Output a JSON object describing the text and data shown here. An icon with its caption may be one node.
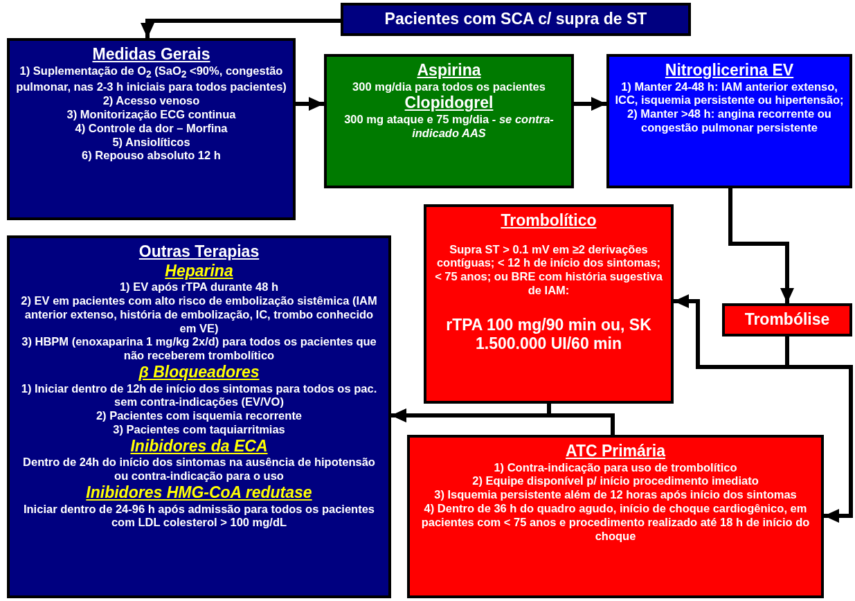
{
  "diagram": {
    "nodes": [
      {
        "text": [
          "Pacientes com SCA c/ supra de ST"
        ]
      },
      {
        "text": [
          "Medidas Gerais",
          "1) Suplementação de O$_{2}$ (SaO$_{2}$ <90%, congestão pulmonar, nas 2-3 h iniciais para todos pacientes)",
          "2) Acesso venoso",
          "3) Monitorização ECG continua",
          "4) Controle da dor – Morfina",
          "5) Ansiolíticos",
          "6) Repouso absoluto 12 h"
        ]
      },
      {
        "text": [
          "Aspirina",
          "300 mg/dia para todos os pacientes",
          "Clopidogrel",
          "300 mg ataque e 75 mg/dia *- se contra-indicado AAS*"
        ]
      },
      {
        "text": [
          "Nitroglicerina EV",
          "1) Manter 24-48 h: IAM anterior extenso, ICC, isquemia persistente ou hipertensão;",
          "2) Manter >48 h: angina recorrente ou congestão pulmonar persistente"
        ]
      },
      {
        "text": [
          "Trombolítico",
          "Supra ST > 0.1 mV em ≥2 derivações contíguas; < 12 h de início dos sintomas; < 75 anos; ou BRE com história sugestiva de IAM:",
          "rTPA 100 mg/90 min ou, SK 1.500.000 UI/60 min"
        ]
      },
      {
        "text": [
          "Trombólise"
        ]
      },
      {
        "text": [
          "Outras Terapias",
          "Heparina",
          "1) EV após rTPA durante 48 h",
          "2) EV em pacientes com alto risco de embolização sistêmica (IAM anterior extenso, história de embolização, IC, trombo conhecido em VE)",
          "3) HBPM (enoxaparina 1 mg/kg 2x/d) para todos os pacientes que não receberem trombolítico",
          "β Bloqueadores",
          "1) Iniciar dentro de 12h de início dos sintomas para todos os pac. sem contra-indicações (EV/VO)",
          "2) Pacientes com isquemia recorrente",
          "3) Pacientes com taquiarritmias",
          "Inibidores da ECA",
          "Dentro de 24h do início dos sintomas na ausência de hipotensão ou contra-indicação para o uso",
          "Inibidores HMG-CoA redutase",
          "Iniciar dentro de 24-96 h após admissão para todos os pacientes com LDL colesterol > 100 mg/dL"
        ]
      },
      {
        "text": [
          "ATC Primária",
          "1) Contra-indicação para uso de trombolítico",
          "2) Equipe disponível p/ início procedimento imediato",
          "3) Isquemia persistente além de 12 horas após início dos sintomas",
          "4) Dentro de 36 h do quadro agudo,  início de choque cardiogênico, em pacientes com < 75 anos e procedimento realizado até 18 h de início do choque"
        ]
      }
    ],
    "edges": [
      {
        "from": 0,
        "to": 1,
        "arrow": "to"
      },
      {
        "from": 1,
        "to": 2,
        "arrow": "to"
      },
      {
        "from": 2,
        "to": 3,
        "arrow": "to"
      },
      {
        "from": 3,
        "to": 5,
        "arrow": "to"
      },
      {
        "from": 5,
        "to": 4,
        "arrow": "to"
      },
      {
        "from": 5,
        "to": 7,
        "arrow": "to"
      },
      {
        "from": 4,
        "to": 6,
        "arrow": "to"
      },
      {
        "from": 7,
        "to": 6,
        "arrow": "to"
      }
    ]
  }
}
